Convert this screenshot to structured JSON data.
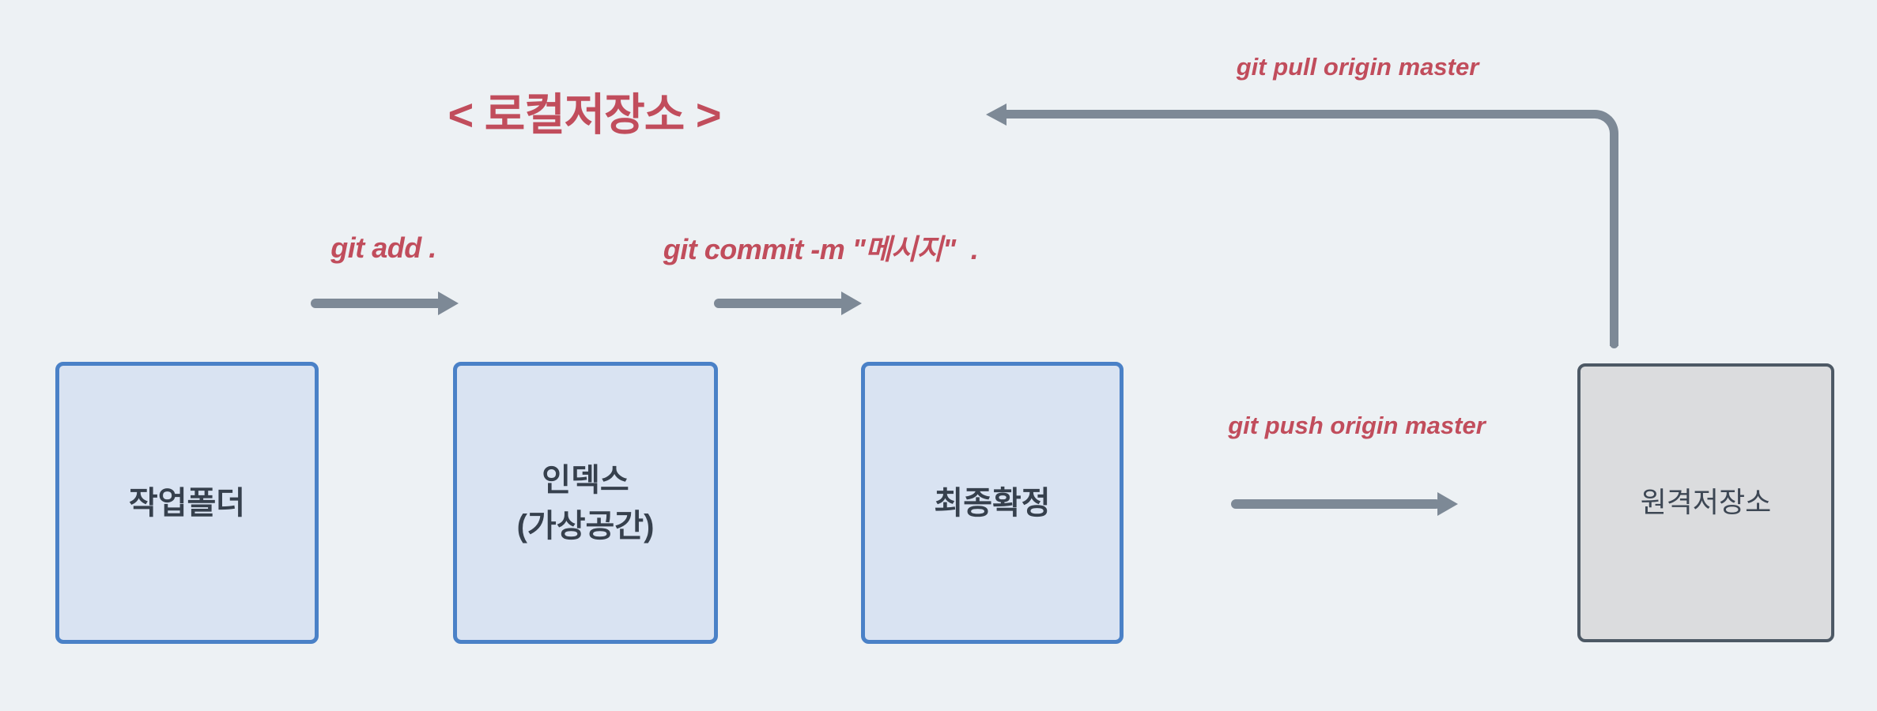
{
  "colors": {
    "background": "#edf1f4",
    "accent_red": "#c14d5c",
    "arrow_gray": "#7d8996",
    "local_node_border": "#4a81c7",
    "local_node_fill": "#d9e3f2",
    "remote_node_border": "#4d5965",
    "remote_node_fill": "#dbdcde",
    "node_text": "#36404d"
  },
  "diagram": {
    "title": "< 로컬저장소 >",
    "nodes": [
      {
        "id": "working-folder",
        "label": "작업폴더"
      },
      {
        "id": "index",
        "label": "인덱스\n(가상공간)"
      },
      {
        "id": "final-commit",
        "label": "최종확정"
      },
      {
        "id": "remote-repo",
        "label": "원격저장소"
      }
    ],
    "edges": [
      {
        "id": "git-add",
        "label": "git add .",
        "from": "working-folder",
        "to": "index"
      },
      {
        "id": "git-commit",
        "label": "git commit -m \"메시지\"  .",
        "from": "index",
        "to": "final-commit"
      },
      {
        "id": "git-push",
        "label": "git push origin master",
        "from": "final-commit",
        "to": "remote-repo"
      },
      {
        "id": "git-pull",
        "label": "git pull origin master",
        "from": "remote-repo",
        "to": "local-repo"
      }
    ]
  }
}
